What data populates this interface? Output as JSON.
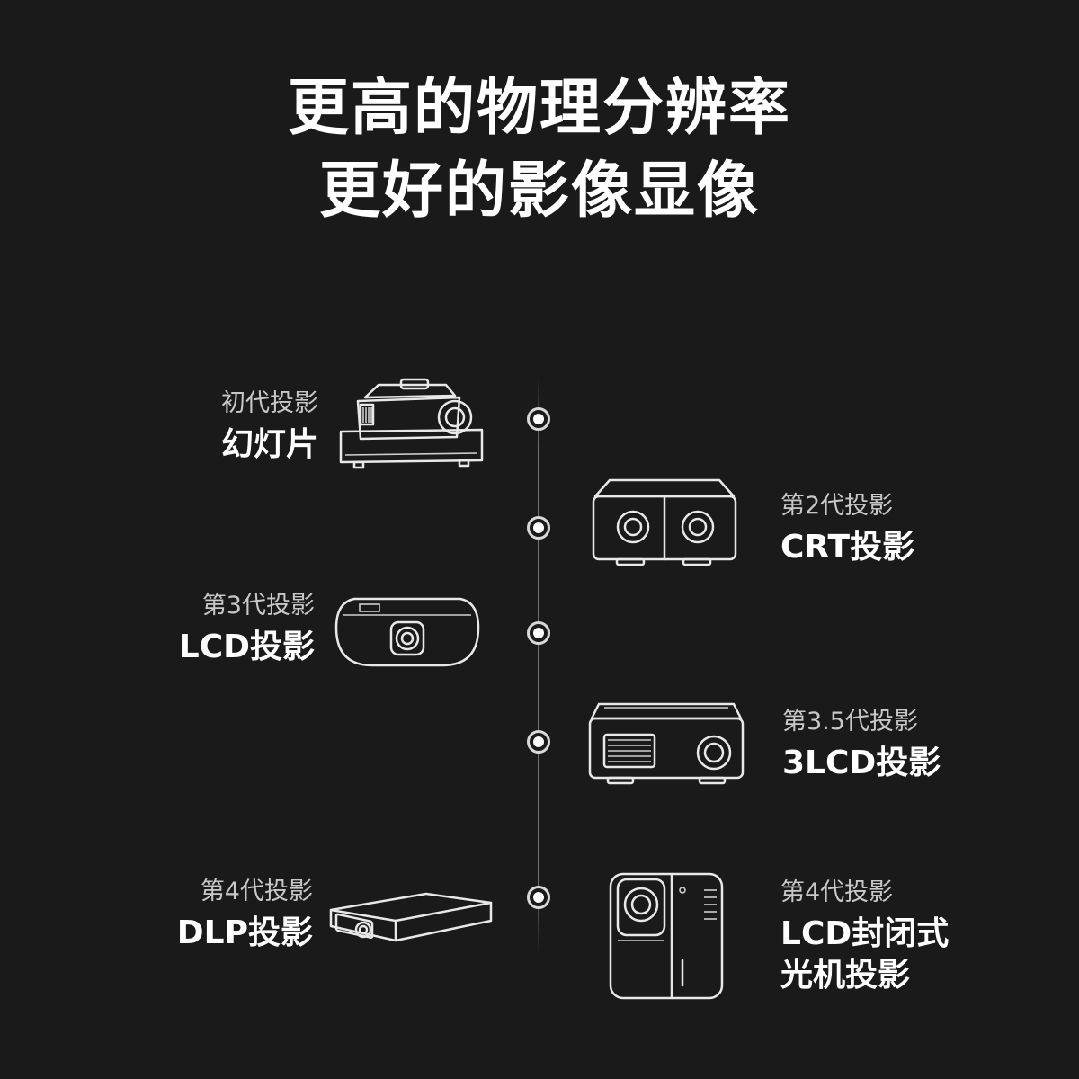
{
  "headline": {
    "line1": "更高的物理分辨率",
    "line2": "更好的影像显像"
  },
  "timeline": [
    {
      "side": "left",
      "generation": "初代投影",
      "name": "幻灯片",
      "icon": "slide-projector-icon"
    },
    {
      "side": "right",
      "generation": "第2代投影",
      "name": "CRT投影",
      "icon": "crt-projector-icon"
    },
    {
      "side": "left",
      "generation": "第3代投影",
      "name": "LCD投影",
      "icon": "lcd-projector-icon"
    },
    {
      "side": "right",
      "generation": "第3.5代投影",
      "name": "3LCD投影",
      "icon": "3lcd-projector-icon"
    },
    {
      "side": "left",
      "generation": "第4代投影",
      "name": "DLP投影",
      "icon": "dlp-projector-icon"
    },
    {
      "side": "right",
      "generation": "第4代投影",
      "name": "LCD封闭式",
      "name_line2": "光机投影",
      "icon": "sealed-lcd-projector-icon"
    }
  ]
}
